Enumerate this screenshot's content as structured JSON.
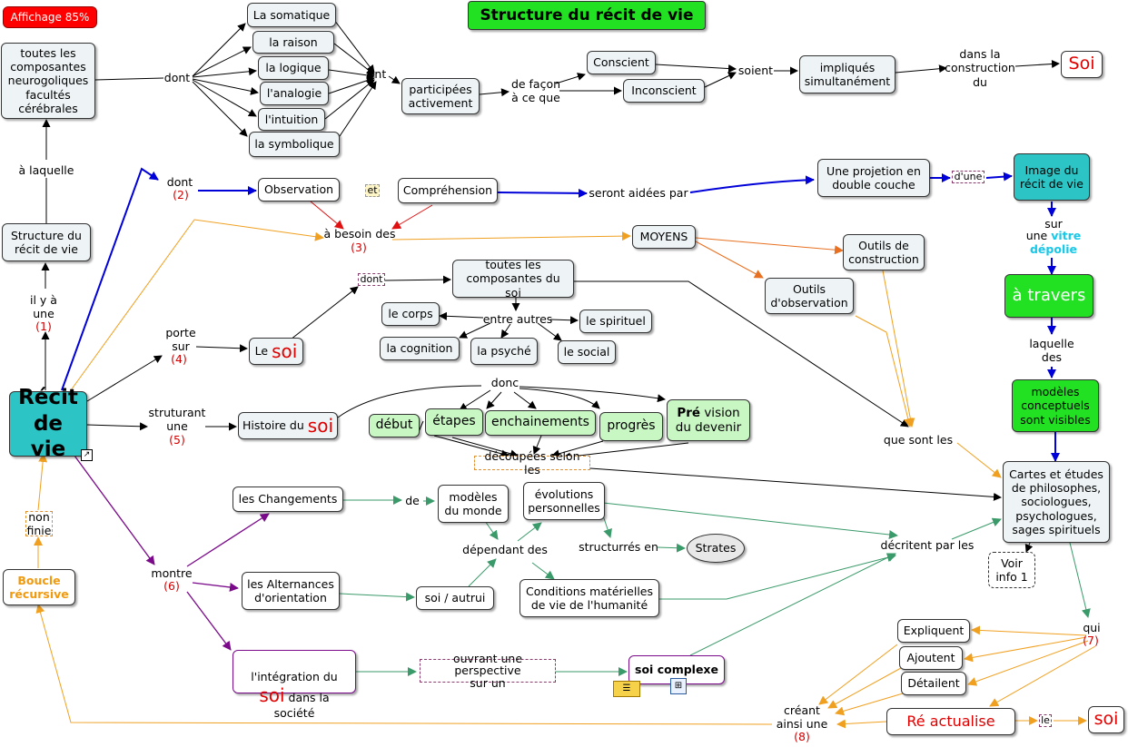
{
  "zoom_badge": "Affichage 85%",
  "title": "Structure du récit de vie",
  "colors": {
    "teal": "#2cc4c4",
    "bright_green": "#22e122",
    "light_green": "#c9f7c4",
    "node_bg": "#eef4f6",
    "blue_link": "#0000d8",
    "orange_link": "#f0a020",
    "purple_link": "#7a0a8a",
    "green_link": "#3a9a6a",
    "red_text": "#e00000"
  },
  "nodes": {
    "composantes": "toutes les composantes neurogoliques facultés cérébrales",
    "dont_top": "dont",
    "somatique": "La somatique",
    "raison": "la raison",
    "logique": "la logique",
    "analogie": "l'analogie",
    "intuition": "l'intuition",
    "symbolique": "la symbolique",
    "ont": "ont",
    "participees": "participées activement",
    "de_facon": "de façon\nà ce que",
    "conscient": "Conscient",
    "inconscient": "Inconscient",
    "soient": "soient",
    "impliques": "impliqués simultanément",
    "dans_la": "dans la\nconstruction\ndu",
    "soi_top": "Soi",
    "a_laquelle": "à laquelle",
    "structure": "Structure du récit de vie",
    "il_y_a": "il y à\nune",
    "n1": "(1)",
    "recit": "Récit\nde vie",
    "dont2": "dont",
    "n2": "(2)",
    "observation": "Observation",
    "et": "et",
    "comprehension": "Compréhension",
    "seront_aidees": "seront aidées par",
    "projection": "Une projetion en double couche",
    "dune": "d'une",
    "image": "Image du récit de vie",
    "sur": "sur",
    "une": "une",
    "vitre": "vitre",
    "depolie": "dépolie",
    "a_travers": "à travers",
    "laquelle_des": "laquelle\ndes",
    "modeles_concept": "modèles conceptuels sont visibles",
    "besoin": "à besoin des",
    "n3": "(3)",
    "moyens": "MOYENS",
    "outils_construction": "Outils de construction",
    "outils_observation": "Outils d'observation",
    "porte_sur": "porte\nsur",
    "n4": "(4)",
    "le_soi_prefix": "Le",
    "le_soi_word": "soi",
    "dont3": "dont",
    "toutes_soi": "toutes les composantes du soi",
    "le_corps": "le corps",
    "entre_autres": "entre autres",
    "le_spirituel": "le spirituel",
    "la_cognition": "la cognition",
    "la_psyche": "la psyché",
    "le_social": "le social",
    "que_sont": "que sont  les",
    "structurant": "struturant\nune",
    "n5": "(5)",
    "histoire_prefix": "Histoire du",
    "histoire_word": "soi",
    "donc": "donc",
    "debut": "début",
    "etapes": "étapes",
    "enchainements": "enchainements",
    "progres": "progrès",
    "pre_bold": "Pré",
    "pre_rest": " vision\ndu devenir",
    "decoupees": "découpées selon les",
    "cartes": "Cartes et études de philosophes, sociologues, psychologues, sages spirituels",
    "voir": "Voir\ninfo 1",
    "non_finie": "non\nfinie",
    "boucle": "Boucle\nrécursive",
    "montre": "montre",
    "n6": "(6)",
    "changements": "les Changements",
    "de": "de",
    "modeles_monde": "modèles\ndu monde",
    "evolutions": "évolutions\npersonnelles",
    "dependant": "dépendant des",
    "structurres": "structurrés en",
    "strates": "Strates",
    "decrivent": "décritent par  les",
    "alternances": "les Alternances d'orientation",
    "soi_autrui": "soi / autrui",
    "conditions": "Conditions matérielles de vie de l'humanité",
    "integration_l1": "l'intégration du",
    "integration_soi": "soi",
    "integration_l2": " dans la société",
    "ouvrant": "ouvrant une perspective\nsur un",
    "soi_complexe": "soi complexe",
    "qui": "qui",
    "n7": "(7)",
    "expliquent": "Expliquent",
    "ajoutent": "Ajoutent",
    "detaillent": "Détailent",
    "creant": "créant\nainsi une",
    "n8": "(8)",
    "re_actualise": "Ré actualise",
    "le_small": "le",
    "soi_bottom": "soi"
  }
}
